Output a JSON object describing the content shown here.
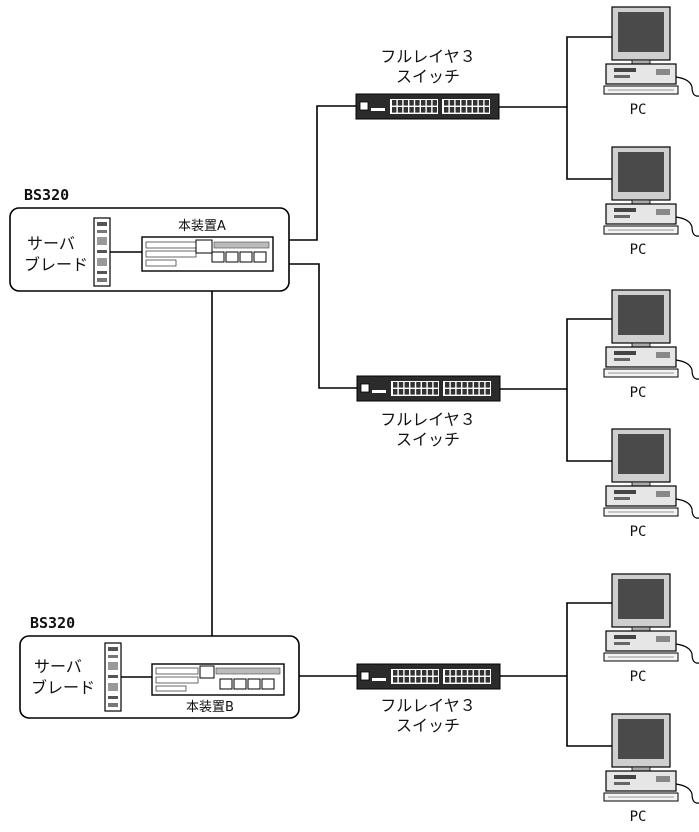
{
  "chassis_a": {
    "label": "BS320",
    "blade_label_line1": "サーバ",
    "blade_label_line2": "ブレード",
    "device_label": "本装置A"
  },
  "chassis_b": {
    "label": "BS320",
    "blade_label_line1": "サーバ",
    "blade_label_line2": "ブレード",
    "device_label": "本装置B"
  },
  "switches": [
    {
      "label_line1": "フルレイヤ３",
      "label_line2": "スイッチ"
    },
    {
      "label_line1": "フルレイヤ３",
      "label_line2": "スイッチ"
    },
    {
      "label_line1": "フルレイヤ３",
      "label_line2": "スイッチ"
    }
  ],
  "pcs": [
    {
      "label": "PC"
    },
    {
      "label": "PC"
    },
    {
      "label": "PC"
    },
    {
      "label": "PC"
    },
    {
      "label": "PC"
    },
    {
      "label": "PC"
    }
  ]
}
